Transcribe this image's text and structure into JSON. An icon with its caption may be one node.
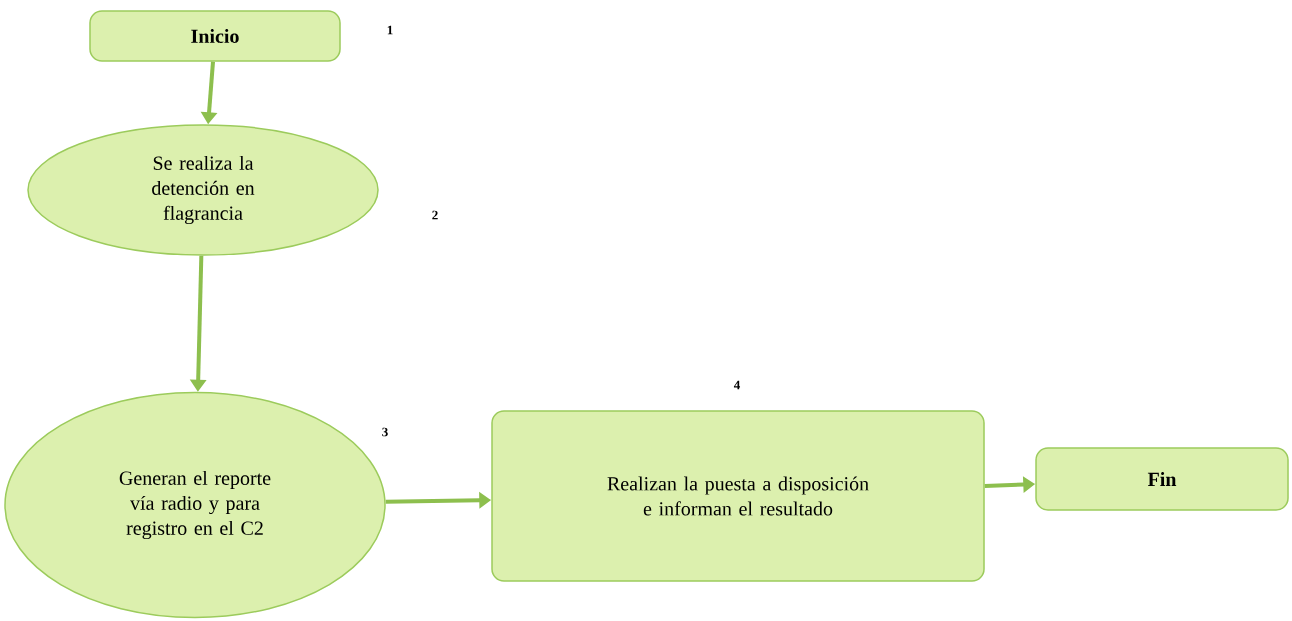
{
  "diagram": {
    "nodes": [
      {
        "text": [
          "Inicio"
        ]
      },
      {
        "text": [
          "Se realiza la detención en flagrancia"
        ]
      },
      {
        "text": [
          "Generan el reporte vía radio y para registro en el C2"
        ]
      },
      {
        "text": [
          "Realizan la puesta a disposición e informan el resultado"
        ]
      },
      {
        "text": [
          "Fin"
        ]
      }
    ],
    "edges": [
      {
        "from": 0,
        "to": 1,
        "arrow": "to"
      },
      {
        "from": 1,
        "to": 2,
        "arrow": "to"
      },
      {
        "from": 2,
        "to": 3,
        "arrow": "to"
      },
      {
        "from": 3,
        "to": 4,
        "arrow": "to"
      }
    ],
    "labels": [
      "1",
      "2",
      "3",
      "4"
    ]
  }
}
